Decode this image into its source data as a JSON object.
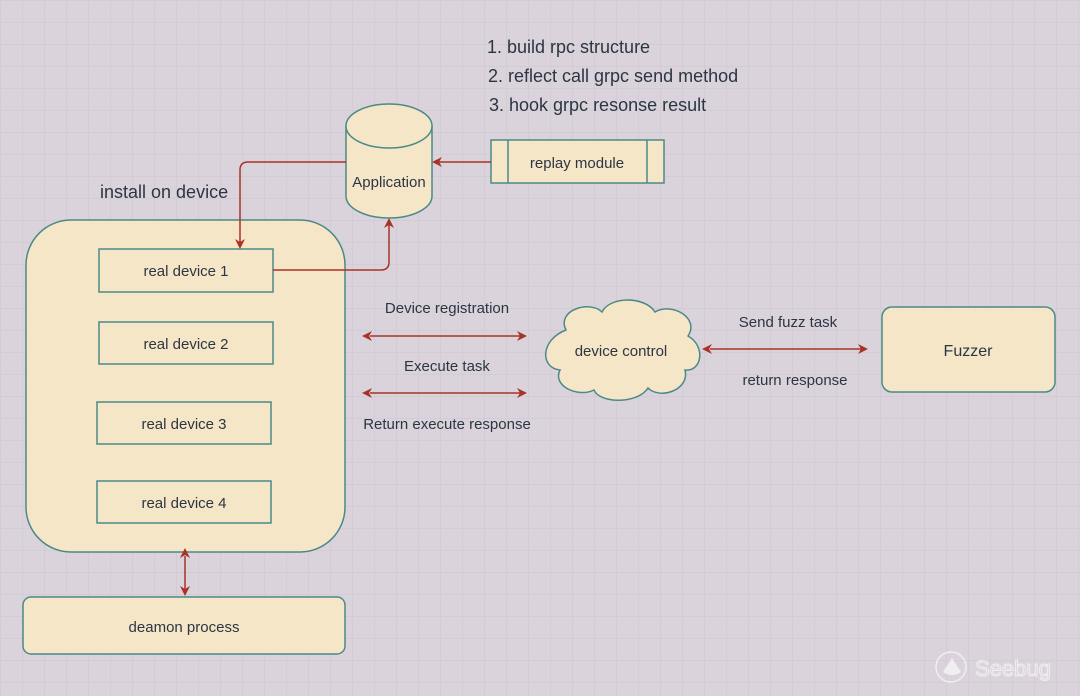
{
  "notes": [
    "1. build rpc structure",
    "2. reflect call grpc send method",
    "3. hook grpc resonse result"
  ],
  "nodes": {
    "application": "Application",
    "replay_module": "replay module",
    "install_label": "install on device",
    "devices": [
      "real device 1",
      "real device 2",
      "real device 3",
      "real device 4"
    ],
    "daemon": "deamon process",
    "device_control": "device control",
    "fuzzer": "Fuzzer"
  },
  "edge_labels": {
    "device_registration": "Device registration",
    "execute_task": "Execute task",
    "return_execute_response": "Return execute response",
    "send_fuzz_task": "Send fuzz task",
    "return_response": "return response"
  },
  "watermark": "Seebug",
  "colors": {
    "fill": "#f6e6c8",
    "stroke": "#4a8a88",
    "arrow": "#a93226",
    "text": "#2b3642"
  }
}
